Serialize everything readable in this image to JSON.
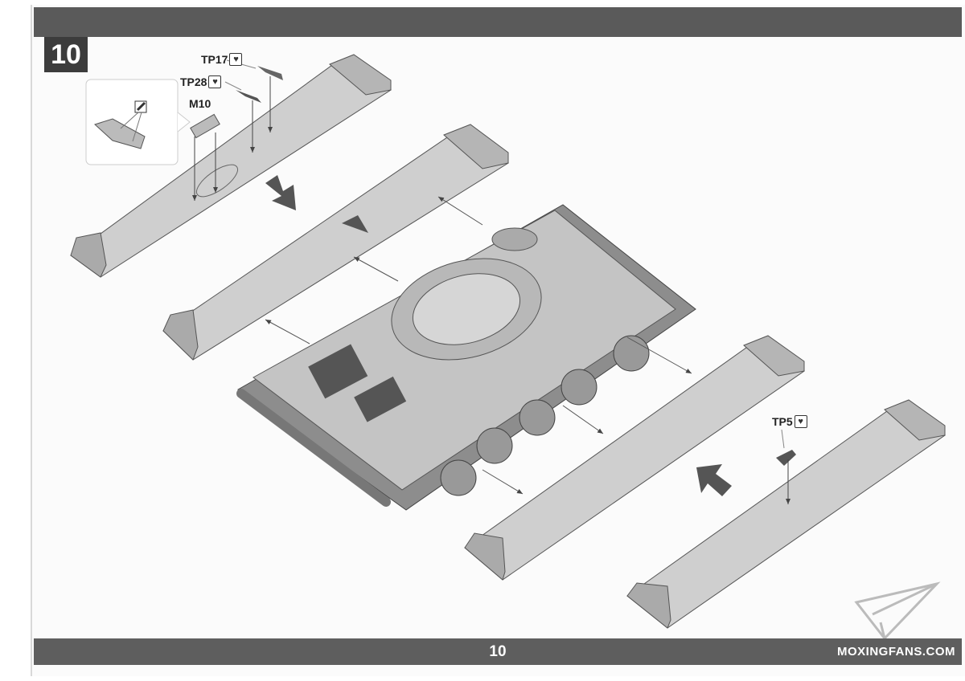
{
  "step": {
    "number": "10"
  },
  "parts": {
    "tp17": "TP17",
    "tp28": "TP28",
    "m10": "M10",
    "tp5": "TP5"
  },
  "icons": {
    "photo_etch": "broken-heart-icon",
    "cut": "knife-icon"
  },
  "footer": {
    "page_number": "10",
    "watermark": "MOXINGFANS.COM"
  },
  "colors": {
    "bar": "#5a5a5a",
    "part_fill": "#c9c9c9",
    "ink": "#333333"
  }
}
